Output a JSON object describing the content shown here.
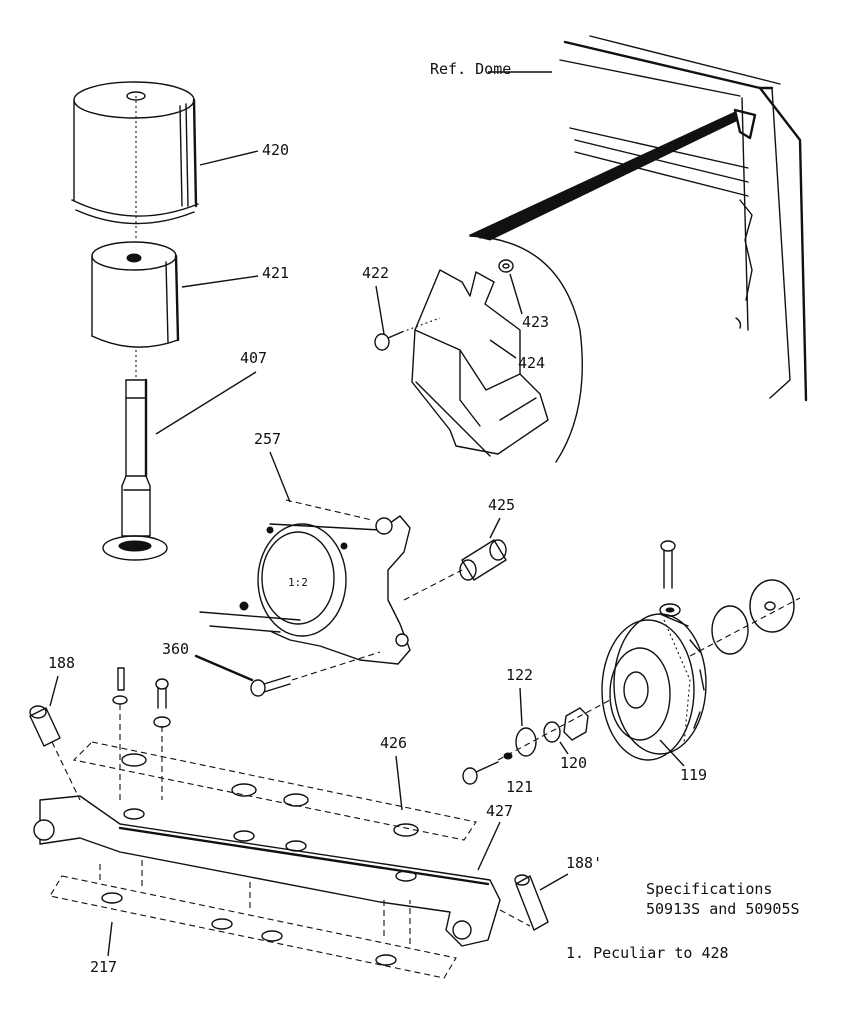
{
  "labels": {
    "ref_dome": "Ref. Dome",
    "p420": "420",
    "p421": "421",
    "p407": "407",
    "p422": "422",
    "p423": "423",
    "p424": "424",
    "p257": "257",
    "p425": "425",
    "p360": "360",
    "p188": "188",
    "p188b": "188'",
    "p122": "122",
    "p121": "121",
    "p120": "120",
    "p119": "119",
    "p426": "426",
    "p427": "427",
    "p217": "217"
  },
  "notes": {
    "specs_line1": "Specifications",
    "specs_line2": "50913S and 50905S",
    "footnote": "1. Peculiar to 428"
  }
}
